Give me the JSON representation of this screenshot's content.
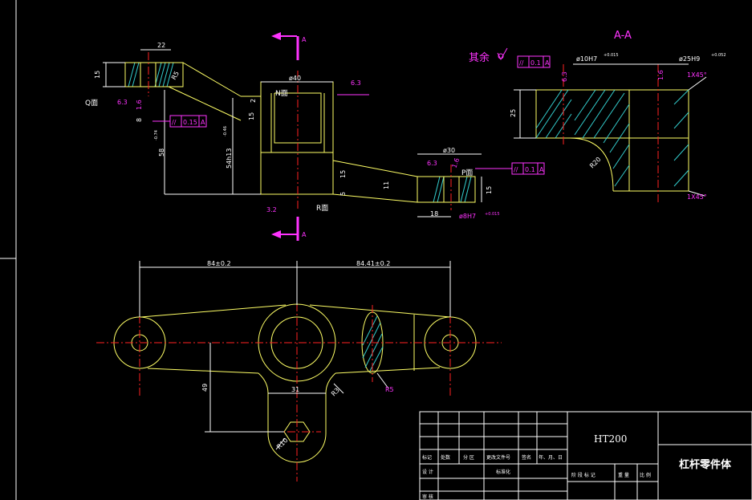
{
  "colors": {
    "background": "#000000",
    "part_outline": "#ffff66",
    "dimension": "#ffffff",
    "annotation": "#ff33ff",
    "centerline": "#ff2222",
    "hatch": "#33cccc",
    "border": "#ffffff"
  },
  "section_label": "A-A",
  "roughness_rest": "其余",
  "top_view": {
    "dims": {
      "d22": "22",
      "d15_left": "15",
      "d8": "8",
      "r5": "R5",
      "d58": "58",
      "d58_tol": "-0.74",
      "d54": "54h13",
      "d54_tol": "-0.46",
      "d15_mid": "15",
      "phi40": "ø40",
      "d2": "2",
      "d15_low": "15",
      "d11": "11",
      "d5": "5",
      "phi30": "ø30",
      "d15_right": "15",
      "d18": "18",
      "phi8": "ø8H7",
      "phi8_tol": "+0.015"
    },
    "face_labels": {
      "q": "Q面",
      "n": "N面",
      "r": "R面",
      "p": "P面"
    },
    "roughness": [
      "6.3",
      "1.6",
      "6.3",
      "3.2",
      "6.3",
      "1.6"
    ],
    "tolerances": [
      {
        "symbol": "//",
        "value": "0.15",
        "datum": "A"
      },
      {
        "symbol": "//",
        "value": "0.1",
        "datum": "A"
      }
    ],
    "section_arrow": "A"
  },
  "section_view": {
    "dims": {
      "phi10": "ø10H7",
      "phi10_tol": "+0.015",
      "phi25": "ø25H9",
      "phi25_tol": "+0.052",
      "d25": "25",
      "r20": "R20",
      "chamfer_top": "1X45°",
      "chamfer_bottom": "1X45°"
    },
    "roughness": [
      "6.3",
      "1.6"
    ],
    "tolerance": {
      "symbol": "//",
      "value": "0.1",
      "datum": "A"
    }
  },
  "plan_view": {
    "dims": {
      "d84": "84±0.2",
      "d84_41": "84.41±0.2",
      "d49": "49",
      "d31": "31",
      "r3": "R3",
      "r5": "R5",
      "r10": "R10"
    }
  },
  "title_block": {
    "drawing_name": "杠杆零件体",
    "material": "HT200",
    "row_labels": [
      "标记",
      "处数",
      "分 区",
      "更改文件号",
      "签名",
      "年、月、日"
    ],
    "design_label": "设 计",
    "std_label": "标准化",
    "review_label": "审 核",
    "stage_labels": [
      "阶 段 标 记",
      "重 量",
      "比 例"
    ]
  }
}
